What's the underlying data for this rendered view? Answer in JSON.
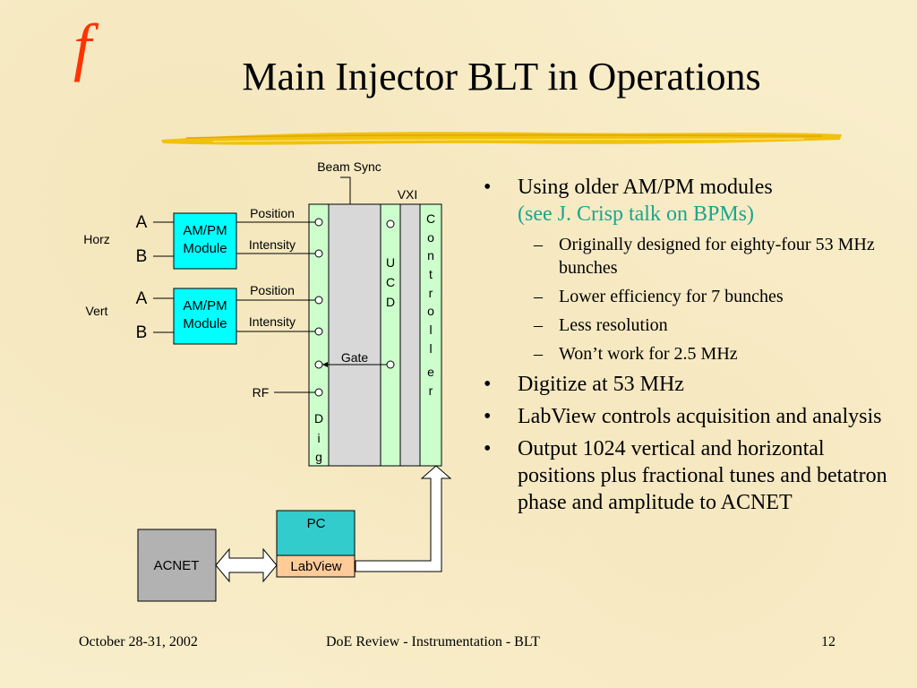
{
  "logo": "f",
  "title": "Main Injector BLT in Operations",
  "diagram": {
    "beam_sync": "Beam Sync",
    "vxi": "VXI",
    "horz": "Horz",
    "vert": "Vert",
    "ch_a": "A",
    "ch_b": "B",
    "module_line1": "AM/PM",
    "module_line2": "Module",
    "position": "Position",
    "intensity": "Intensity",
    "rf": "RF",
    "gate": "Gate",
    "ucd": [
      "U",
      "C",
      "D"
    ],
    "dig": [
      "D",
      "i",
      "g"
    ],
    "controller": [
      "C",
      "o",
      "n",
      "t",
      "r",
      "o",
      "l",
      "l",
      "e",
      "r"
    ],
    "acnet": "ACNET",
    "pc": "PC",
    "labview": "LabView",
    "colors": {
      "module": "#00ffff",
      "pc": "#33cccc",
      "labview": "#ffcc99",
      "light_green": "#ccffcc",
      "grey": "#d8d8d8",
      "acnet": "#b2b2b2"
    }
  },
  "bullets": {
    "b1_text": "Using older AM/PM modules",
    "b1_ref": "(see J. Crisp talk on BPMs)",
    "sub1": "Originally designed for eighty-four 53 MHz bunches",
    "sub2": "Lower efficiency for 7 bunches",
    "sub3": "Less resolution",
    "sub4": "Won’t work for 2.5 MHz",
    "b2": "Digitize at 53 MHz",
    "b3": "LabView controls acquisition and analysis",
    "b4": "Output 1024 vertical and horizontal positions plus fractional tunes and betatron phase and amplitude to ACNET"
  },
  "footer": {
    "date": "October 28-31, 2002",
    "center": "DoE Review - Instrumentation - BLT",
    "page": "12"
  }
}
